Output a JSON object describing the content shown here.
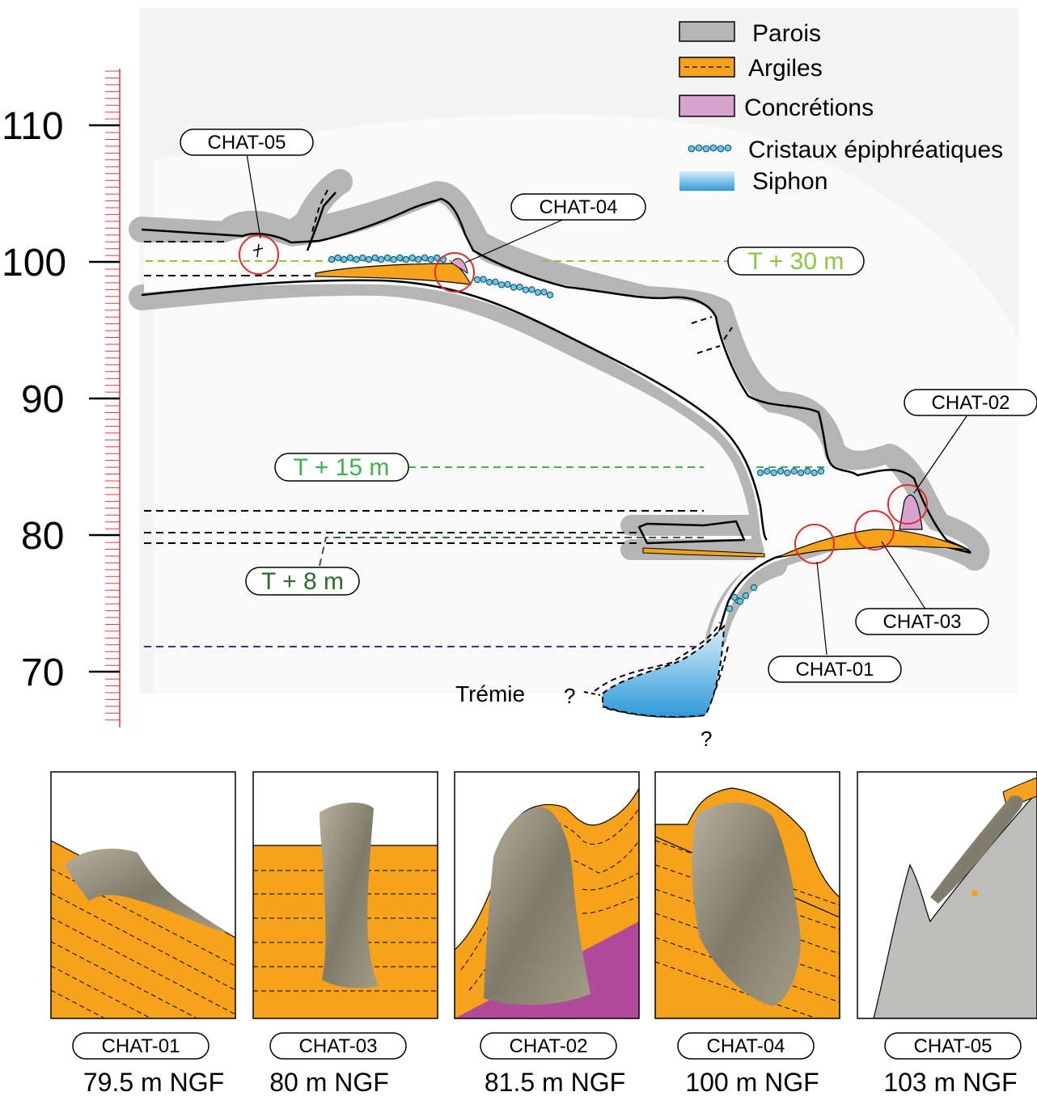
{
  "scale": {
    "labels": [
      "110",
      "100",
      "90",
      "80",
      "70"
    ]
  },
  "legend": {
    "items": [
      {
        "label": "Parois",
        "swatch": "wall"
      },
      {
        "label": "Argiles",
        "swatch": "clay"
      },
      {
        "label": "Concrétions",
        "swatch": "concretion"
      },
      {
        "label": "Cristaux épiphréatiques",
        "swatch": "crystals"
      },
      {
        "label": "Siphon",
        "swatch": "siphon"
      }
    ]
  },
  "levels": {
    "t30": "T + 30 m",
    "t15": "T + 15 m",
    "t8": "T + 8 m"
  },
  "samples": {
    "chat05": "CHAT-05",
    "chat04": "CHAT-04",
    "chat02": "CHAT-02",
    "chat03": "CHAT-03",
    "chat01": "CHAT-01"
  },
  "annotations": {
    "tremie": "Trémie",
    "q1": "?",
    "q2": "?"
  },
  "panels": [
    {
      "id": "CHAT-01",
      "elevation": "79.5 m NGF"
    },
    {
      "id": "CHAT-03",
      "elevation": "80 m NGF"
    },
    {
      "id": "CHAT-02",
      "elevation": "81.5 m NGF"
    },
    {
      "id": "CHAT-04",
      "elevation": "100 m NGF"
    },
    {
      "id": "CHAT-05",
      "elevation": "103 m NGF"
    }
  ],
  "colors": {
    "wall": "#b5b5b5",
    "clay": "#f7a21b",
    "concretion": "#d9a3cf",
    "concretion_dark": "#b24a9c",
    "crystal": "#6ec6e6",
    "siphon_top": "#c9e6f7",
    "siphon_bottom": "#2f9ad8",
    "level_light_green": "#8cc63f",
    "level_green": "#39b54a",
    "level_dark_green": "#2e6b2e",
    "level_blue": "#2b3990",
    "ruler_red": "#e8373a",
    "circle_red": "#e32b2b",
    "shell": "#8b8576"
  }
}
